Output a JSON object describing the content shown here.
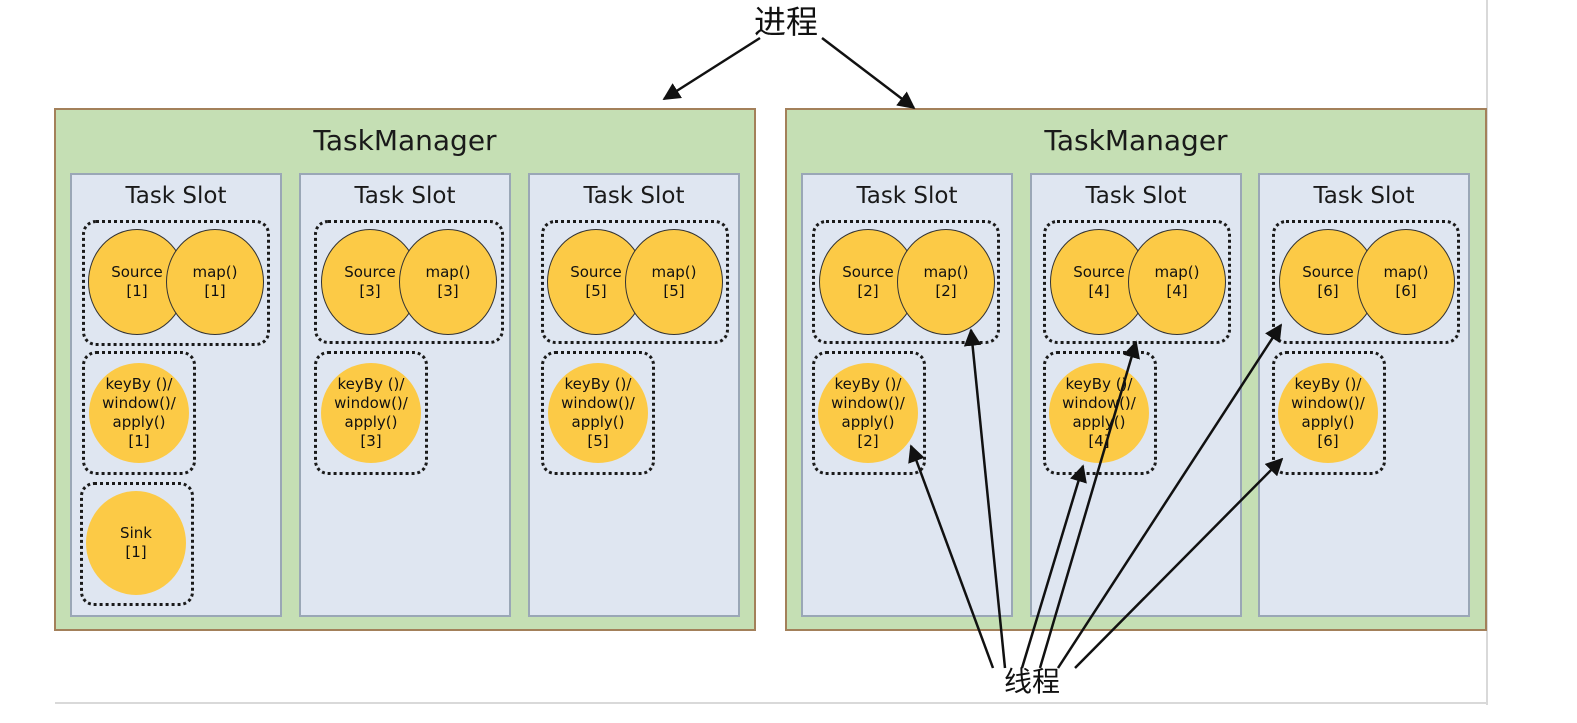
{
  "process_label": "进程",
  "thread_label": "线程",
  "taskmanagers": [
    {
      "title": "TaskManager",
      "slots": [
        {
          "title": "Task Slot",
          "source": "Source\n[1]",
          "map": "map()\n[1]",
          "keyby": "keyBy ()/\nwindow()/\napply()\n[1]",
          "sink": "Sink\n[1]"
        },
        {
          "title": "Task Slot",
          "source": "Source\n[3]",
          "map": "map()\n[3]",
          "keyby": "keyBy ()/\nwindow()/\napply()\n[3]"
        },
        {
          "title": "Task Slot",
          "source": "Source\n[5]",
          "map": "map()\n[5]",
          "keyby": "keyBy ()/\nwindow()/\napply()\n[5]"
        }
      ]
    },
    {
      "title": "TaskManager",
      "slots": [
        {
          "title": "Task Slot",
          "source": "Source\n[2]",
          "map": "map()\n[2]",
          "keyby": "keyBy ()/\nwindow()/\napply()\n[2]"
        },
        {
          "title": "Task Slot",
          "source": "Source\n[4]",
          "map": "map()\n[4]",
          "keyby": "keyBy ()/\nwindow()/\napply()\n[4]"
        },
        {
          "title": "Task Slot",
          "source": "Source\n[6]",
          "map": "map()\n[6]",
          "keyby": "keyBy ()/\nwindow()/\napply()\n[6]"
        }
      ]
    }
  ]
}
